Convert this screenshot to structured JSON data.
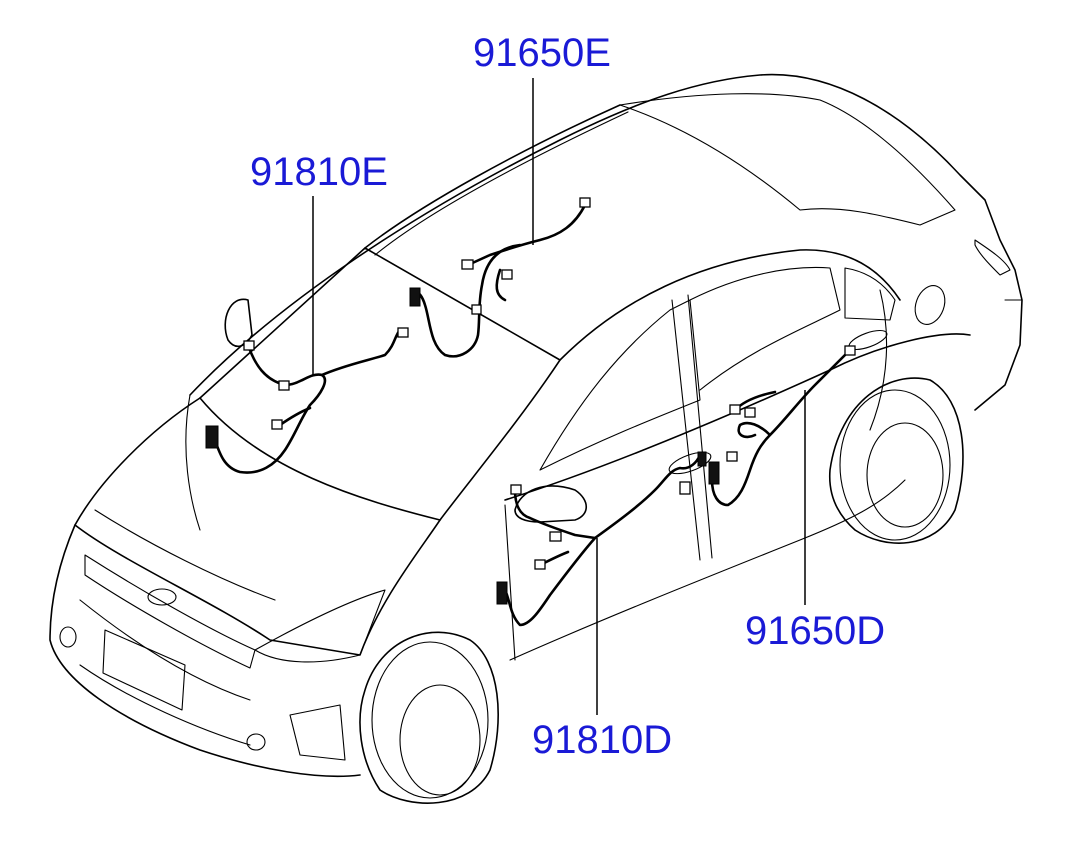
{
  "diagram": {
    "colors": {
      "label": "#1a1ad6",
      "line": "#000000",
      "background": "#ffffff"
    },
    "callouts": [
      {
        "id": "91650E",
        "text": "91650E"
      },
      {
        "id": "91810E",
        "text": "91810E"
      },
      {
        "id": "91650D",
        "text": "91650D"
      },
      {
        "id": "91810D",
        "text": "91810D"
      }
    ]
  }
}
